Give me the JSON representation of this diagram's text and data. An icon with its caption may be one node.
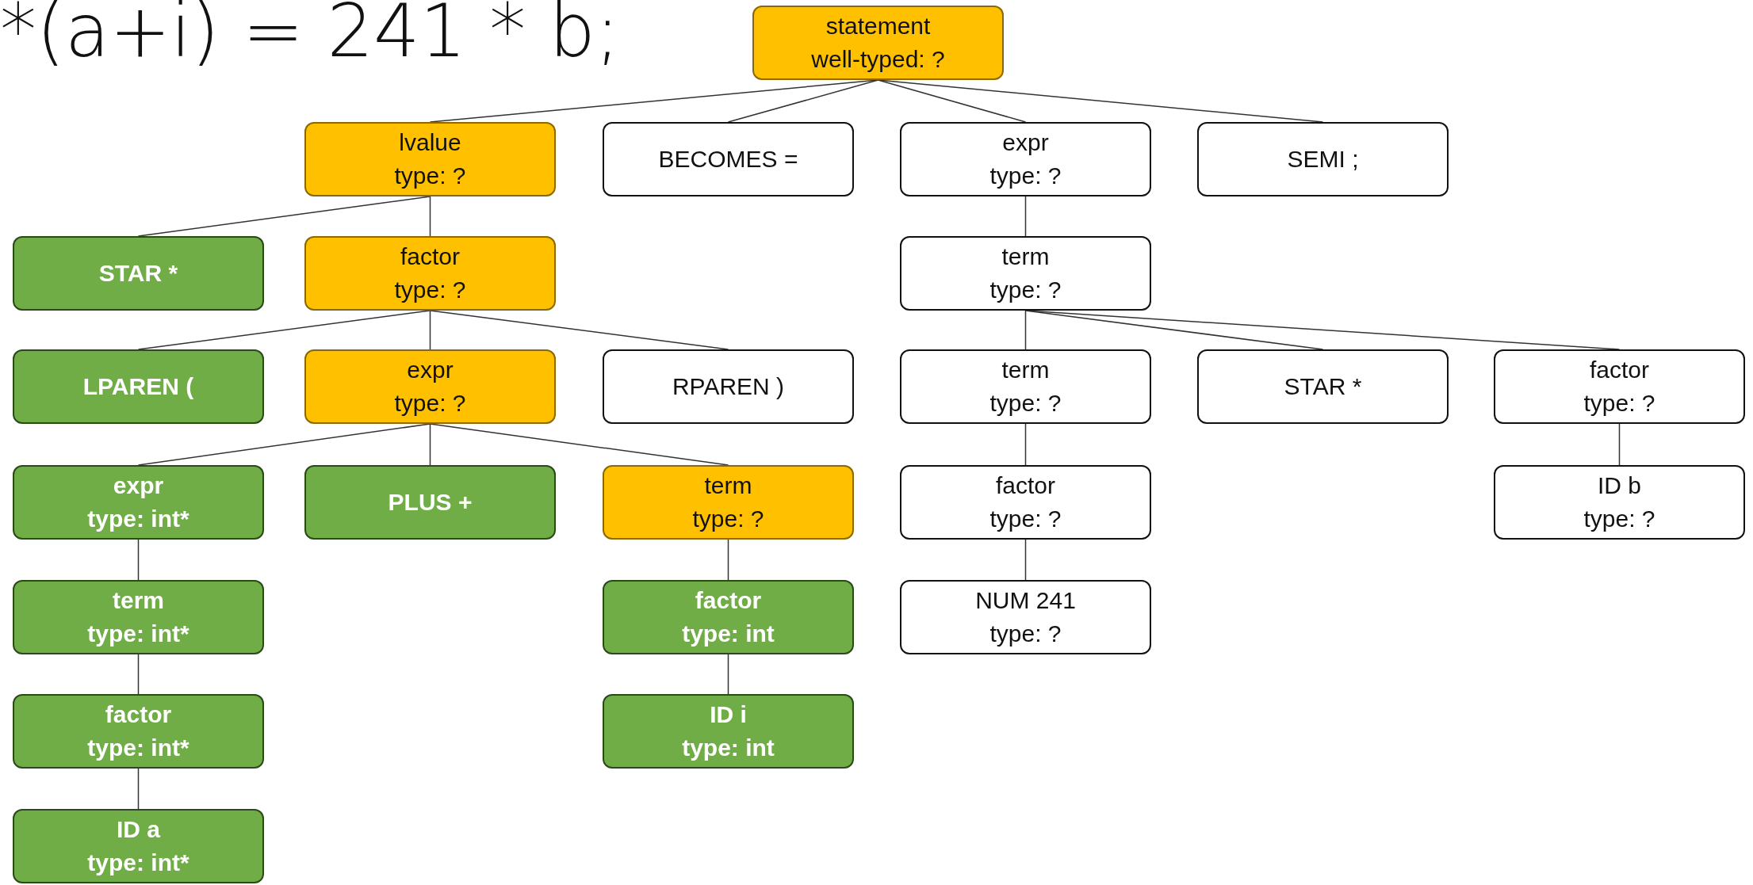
{
  "diagram": {
    "nodes": [
      {
        "text": [
          "statement",
          "well-typed: ?"
        ]
      },
      {
        "text": [
          "lvalue",
          "type: ?"
        ]
      },
      {
        "text": [
          "BECOMES ="
        ]
      },
      {
        "text": [
          "expr",
          "type: ?"
        ]
      },
      {
        "text": [
          "SEMI ;"
        ]
      },
      {
        "text": [
          "STAR *"
        ]
      },
      {
        "text": [
          "factor",
          "type: ?"
        ]
      },
      {
        "text": [
          "term",
          "type: ?"
        ]
      },
      {
        "text": [
          "LPAREN ("
        ]
      },
      {
        "text": [
          "expr",
          "type: ?"
        ]
      },
      {
        "text": [
          "RPAREN )"
        ]
      },
      {
        "text": [
          "term",
          "type: ?"
        ]
      },
      {
        "text": [
          "STAR *"
        ]
      },
      {
        "text": [
          "factor",
          "type: ?"
        ]
      },
      {
        "text": [
          "expr",
          "type: int*"
        ]
      },
      {
        "text": [
          "PLUS +"
        ]
      },
      {
        "text": [
          "term",
          "type: ?"
        ]
      },
      {
        "text": [
          "factor",
          "type: ?"
        ]
      },
      {
        "text": [
          "ID b",
          "type: ?"
        ]
      },
      {
        "text": [
          "term",
          "type: int*"
        ]
      },
      {
        "text": [
          "factor",
          "type: int"
        ]
      },
      {
        "text": [
          "NUM 241",
          "type: ?"
        ]
      },
      {
        "text": [
          "factor",
          "type: int*"
        ]
      },
      {
        "text": [
          "ID i",
          "type: int"
        ]
      },
      {
        "text": [
          "ID a",
          "type: int*"
        ]
      }
    ],
    "edges": [
      {
        "from": 0,
        "to": 1,
        "arrow": "none"
      },
      {
        "from": 0,
        "to": 2,
        "arrow": "none"
      },
      {
        "from": 0,
        "to": 3,
        "arrow": "none"
      },
      {
        "from": 0,
        "to": 4,
        "arrow": "none"
      },
      {
        "from": 1,
        "to": 5,
        "arrow": "none"
      },
      {
        "from": 1,
        "to": 6,
        "arrow": "none"
      },
      {
        "from": 3,
        "to": 7,
        "arrow": "none"
      },
      {
        "from": 6,
        "to": 8,
        "arrow": "none"
      },
      {
        "from": 6,
        "to": 9,
        "arrow": "none"
      },
      {
        "from": 6,
        "to": 10,
        "arrow": "none"
      },
      {
        "from": 7,
        "to": 11,
        "arrow": "none"
      },
      {
        "from": 7,
        "to": 12,
        "arrow": "none"
      },
      {
        "from": 7,
        "to": 13,
        "arrow": "none"
      },
      {
        "from": 9,
        "to": 14,
        "arrow": "none"
      },
      {
        "from": 9,
        "to": 15,
        "arrow": "none"
      },
      {
        "from": 9,
        "to": 16,
        "arrow": "none"
      },
      {
        "from": 11,
        "to": 17,
        "arrow": "none"
      },
      {
        "from": 13,
        "to": 18,
        "arrow": "none"
      },
      {
        "from": 14,
        "to": 19,
        "arrow": "none"
      },
      {
        "from": 16,
        "to": 20,
        "arrow": "none"
      },
      {
        "from": 17,
        "to": 21,
        "arrow": "none"
      },
      {
        "from": 19,
        "to": 22,
        "arrow": "none"
      },
      {
        "from": 20,
        "to": 23,
        "arrow": "none"
      },
      {
        "from": 22,
        "to": 24,
        "arrow": "none"
      }
    ],
    "labels": [
      "*(a+i) = 241 * b;"
    ]
  }
}
